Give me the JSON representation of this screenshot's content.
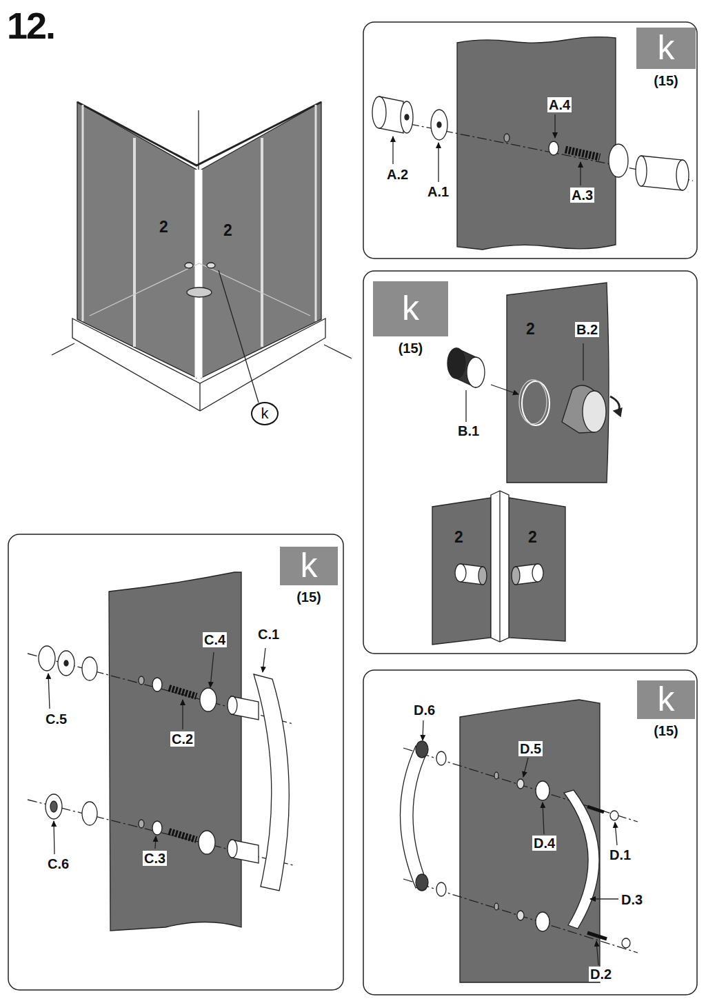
{
  "diagram": {
    "title": "12.",
    "nodes": [
      {
        "text": [
          "k"
        ]
      },
      {
        "text": [
          "k",
          "(15)"
        ]
      },
      {
        "text": [
          "k",
          "(15)"
        ]
      },
      {
        "text": [
          "k",
          "(15)"
        ]
      },
      {
        "text": [
          "k",
          "(15)"
        ]
      }
    ],
    "labels": [
      "2",
      "2",
      "A.4",
      "A.2",
      "A.1",
      "A.3",
      "2",
      "B.2",
      "B.1",
      "2",
      "2",
      "C.4",
      "C.1",
      "C.5",
      "C.2",
      "C.6",
      "C.3",
      "D.6",
      "D.5",
      "D.1",
      "D.4",
      "D.3",
      "D.2"
    ]
  }
}
